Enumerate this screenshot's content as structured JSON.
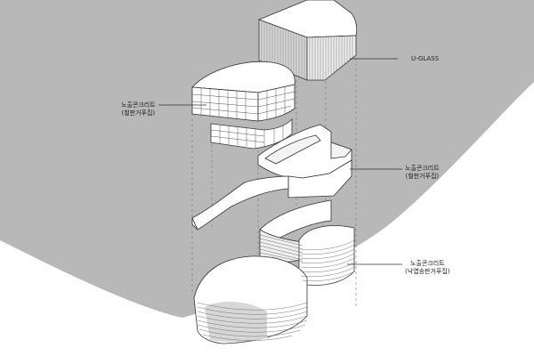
{
  "diagram": {
    "type": "exploded isometric building diagram",
    "colors": {
      "ground_shadow": "#b7b7b7",
      "background": "#ffffff",
      "line": "#444444",
      "glass_hatch": "#6d6d6d"
    },
    "labels": {
      "u_glass": "U-GLASS",
      "upper_mass_line1": "노출콘크리트",
      "upper_mass_line2": "(철판거푸집)",
      "ramp_line1": "노출콘크리트",
      "ramp_line2": "(철판거푸집)",
      "base_line1": "노출콘크리트",
      "base_line2": "(낙엽송판거푸집)"
    }
  }
}
